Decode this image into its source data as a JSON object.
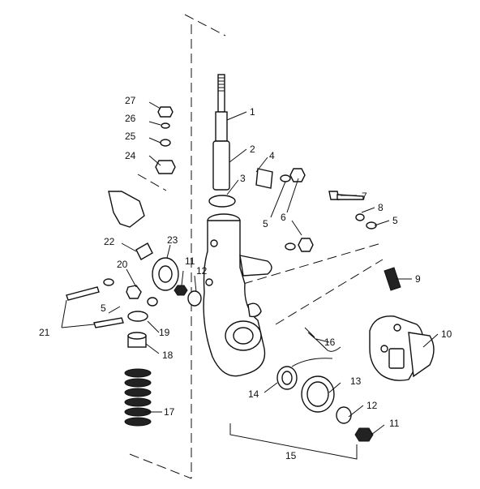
{
  "callouts": {
    "c1": "1",
    "c2": "2",
    "c3": "3",
    "c4": "4",
    "c5a": "5",
    "c5b": "5",
    "c5c": "5",
    "c6": "6",
    "c7": "7",
    "c8": "8",
    "c9": "9",
    "c10": "10",
    "c11a": "11",
    "c11b": "11",
    "c12a": "12",
    "c12b": "12",
    "c13": "13",
    "c14": "14",
    "c15": "15",
    "c16": "16",
    "c17": "17",
    "c18": "18",
    "c19": "19",
    "c20": "20",
    "c21": "21",
    "c22": "22",
    "c23": "23",
    "c24": "24",
    "c25": "25",
    "c26": "26",
    "c27": "27"
  }
}
